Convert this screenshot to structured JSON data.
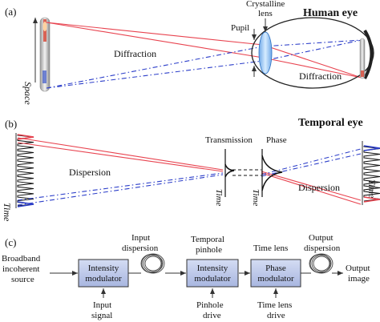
{
  "panel_a": {
    "label": "(a)",
    "title": "Human eye",
    "lens_label": "Crystalline lens",
    "lens_label_line1": "Crystalline",
    "lens_label_line2": "lens",
    "pupil_label": "Pupil",
    "diffraction_left": "Diffraction",
    "diffraction_right": "Diffraction",
    "axis_label": "Space"
  },
  "panel_b": {
    "label": "(b)",
    "title": "Temporal eye",
    "transmission_label": "Transmission",
    "phase_label": "Phase",
    "dispersion_left": "Dispersion",
    "dispersion_right": "Dispersion",
    "time_left": "Time",
    "time_pinhole": "Time",
    "time_phase": "Time",
    "time_right": "Time"
  },
  "panel_c": {
    "label": "(c)",
    "source_line1": "Broadband",
    "source_line2": "incoherent",
    "source_line3": "source",
    "box1_line1": "Intensity",
    "box1_line2": "modulator",
    "box2_line1": "Intensity",
    "box2_line2": "modulator",
    "box3_line1": "Phase",
    "box3_line2": "modulator",
    "input_signal_line1": "Input",
    "input_signal_line2": "signal",
    "input_dispersion_line1": "Input",
    "input_dispersion_line2": "dispersion",
    "temporal_pinhole_line1": "Temporal",
    "temporal_pinhole_line2": "pinhole",
    "pinhole_drive_line1": "Pinhole",
    "pinhole_drive_line2": "drive",
    "time_lens_label": "Time lens",
    "time_lens_drive_line1": "Time lens",
    "time_lens_drive_line2": "drive",
    "output_dispersion_line1": "Output",
    "output_dispersion_line2": "dispersion",
    "output_image_line1": "Output",
    "output_image_line2": "image"
  },
  "colors": {
    "red_ray": "#e8434f",
    "blue_ray": "#2c3ec9",
    "box_fill": "#b9c4e6",
    "box_stroke": "#333333"
  }
}
